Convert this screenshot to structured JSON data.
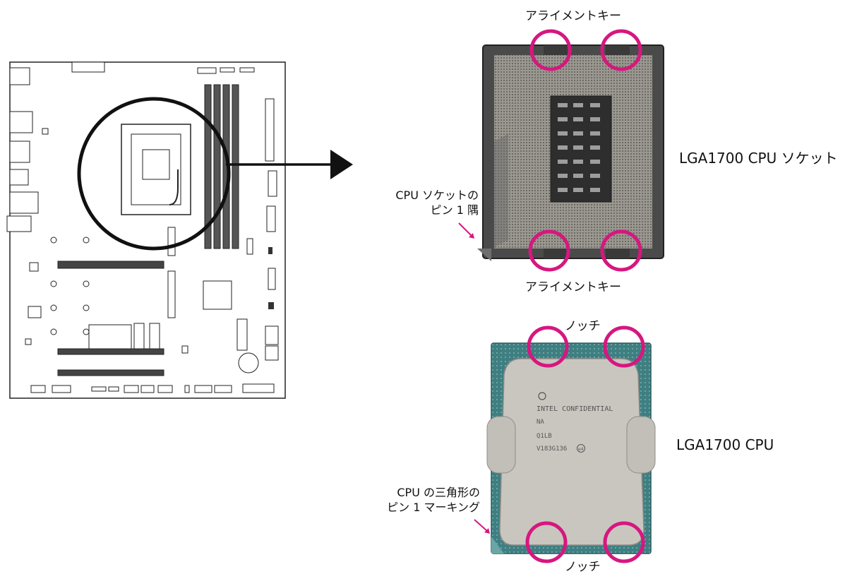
{
  "labels": {
    "alignment_key_top": "アライメントキー",
    "alignment_key_bottom": "アライメントキー",
    "socket_name": "LGA1700 CPU ソケット",
    "socket_pin1_line1": "CPU ソケットの",
    "socket_pin1_line2": "ピン 1 隅",
    "notch_top": "ノッチ",
    "notch_bottom": "ノッチ",
    "cpu_name": "LGA1700 CPU",
    "cpu_pin1_line1": "CPU の三角形の",
    "cpu_pin1_line2": "ピン 1 マーキング"
  },
  "cpu_marking": {
    "line1": "INTEL CONFIDENTIAL",
    "line2": "NA",
    "line3": "Q1LB",
    "line4": "V183G136",
    "badge": "e4"
  },
  "colors": {
    "highlight": "#d6177f",
    "pcb_green": "#3f7f82",
    "heatspreader": "#c9c6c0",
    "socket_dark": "#4a4a4a"
  }
}
